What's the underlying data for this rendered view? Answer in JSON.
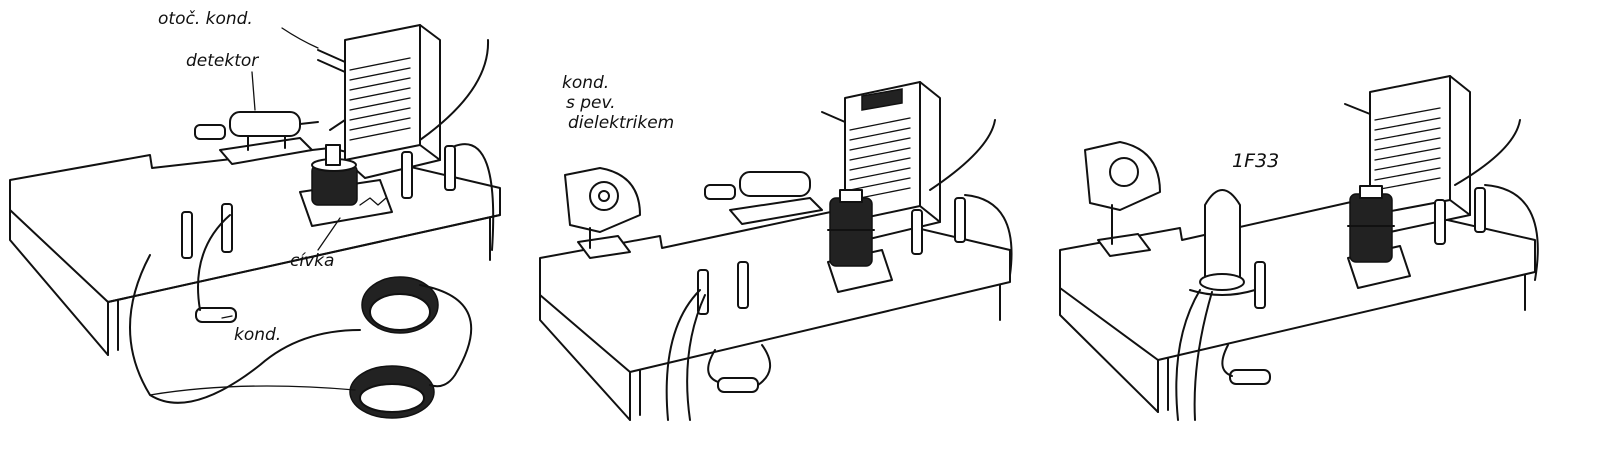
{
  "labels": {
    "fig1_variable_capacitor": "otoč. kond.",
    "fig1_detector": "detektor",
    "fig1_coil": "cívka",
    "fig1_capacitor": "kond.",
    "fig2_capacitor_line1": "kond.",
    "fig2_capacitor_line2": "s pev.",
    "fig2_capacitor_line3": "dielektrikem",
    "fig3_tube": "1F33"
  }
}
